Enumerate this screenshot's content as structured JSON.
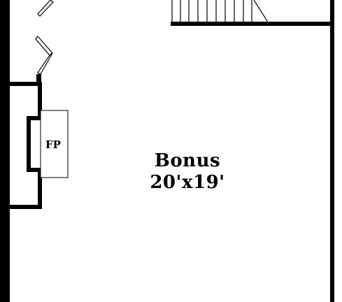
{
  "room": {
    "name": "Bonus",
    "dimensions": "20'x19'"
  },
  "fireplace": {
    "label": "FP"
  }
}
